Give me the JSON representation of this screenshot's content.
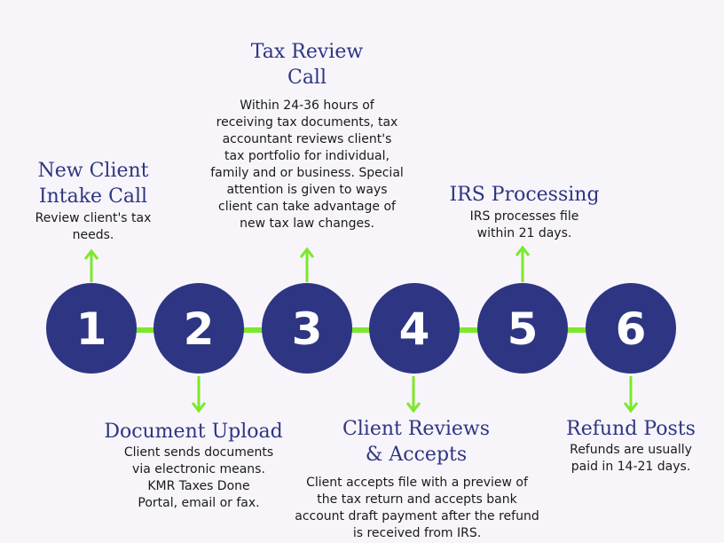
{
  "colors": {
    "background": "#f7f5fa",
    "circle": "#2e3582",
    "connector": "#7ce82c",
    "title": "#2e3582",
    "text": "#1a1a1a"
  },
  "steps": [
    {
      "number": "1",
      "title": "New Client\nIntake Call",
      "description": "Review client's tax\nneeds."
    },
    {
      "number": "2",
      "title": "Document Upload",
      "description": "Client sends documents\nvia electronic means.\nKMR Taxes Done\nPortal, email or fax."
    },
    {
      "number": "3",
      "title": "Tax Review\nCall",
      "description": "Within 24-36 hours of\nreceiving tax documents, tax\naccountant reviews client's\ntax portfolio for individual,\nfamily and or business. Special\nattention is given to ways\nclient can take advantage of\nnew tax law changes."
    },
    {
      "number": "4",
      "title": "Client Reviews\n& Accepts",
      "description": "Client accepts file with a preview of\nthe tax return and accepts bank\naccount draft payment after the refund\nis received from IRS."
    },
    {
      "number": "5",
      "title": "IRS Processing",
      "description": "IRS processes file\nwithin 21 days."
    },
    {
      "number": "6",
      "title": "Refund Posts",
      "description": "Refunds are usually\npaid in 14-21 days."
    }
  ]
}
